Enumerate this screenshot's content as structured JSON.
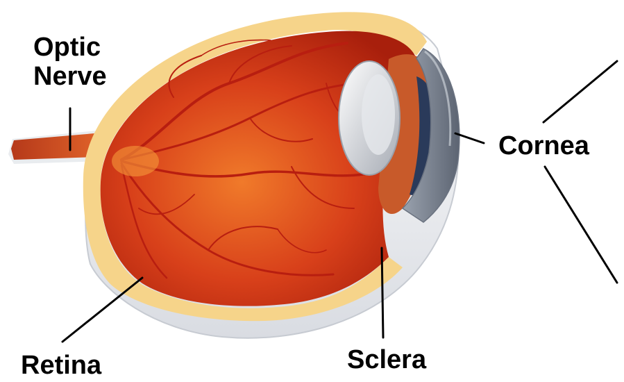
{
  "labels": {
    "optic_nerve_line1": "Optic",
    "optic_nerve_line2": "Nerve",
    "cornea": "Cornea",
    "retina": "Retina",
    "sclera": "Sclera"
  },
  "colors": {
    "background": "#ffffff",
    "sclera_white": "#f2f3f5",
    "retina_red": "#d8401a",
    "vessel_red": "#b81e10",
    "choroid_yellow": "#f6d48a",
    "lens_gray": "#c9ccd2",
    "iris_blue": "#2a3a5a",
    "cornea_gray": "#7c8492",
    "leader_line": "#000000"
  }
}
